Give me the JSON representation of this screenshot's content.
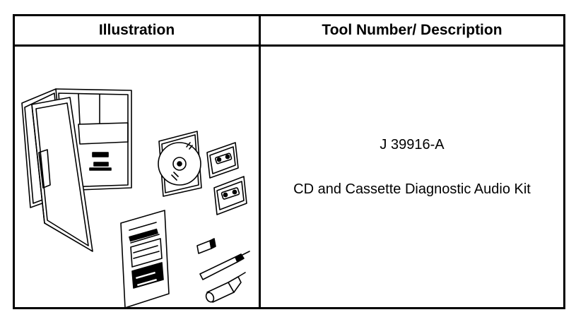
{
  "table": {
    "headers": {
      "illustration": "Illustration",
      "tool": "Tool Number/ Description"
    },
    "row": {
      "tool_number": "J 39916-A",
      "description": "CD and Cassette Diagnostic Audio Kit"
    }
  },
  "icons": [
    "binder-case-icon",
    "compact-disc-icon",
    "cassette-tape-icon",
    "instruction-sheet-icon",
    "adapter-plug-icon",
    "probe-cable-icon",
    "cylinder-adapter-icon"
  ]
}
